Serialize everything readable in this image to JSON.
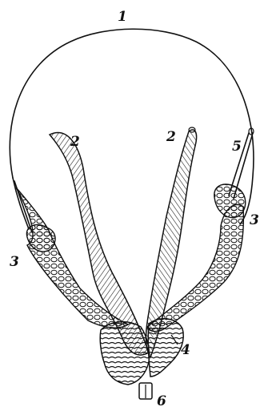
{
  "figure": {
    "labels": {
      "capsule": "1",
      "leaf_left": "2",
      "leaf_right": "2",
      "ovary_left": "3",
      "ovary_right": "3",
      "base": "4",
      "thread": "5",
      "stalk": "6"
    }
  },
  "colors": {
    "ink": "#111111",
    "paper": "#ffffff"
  }
}
